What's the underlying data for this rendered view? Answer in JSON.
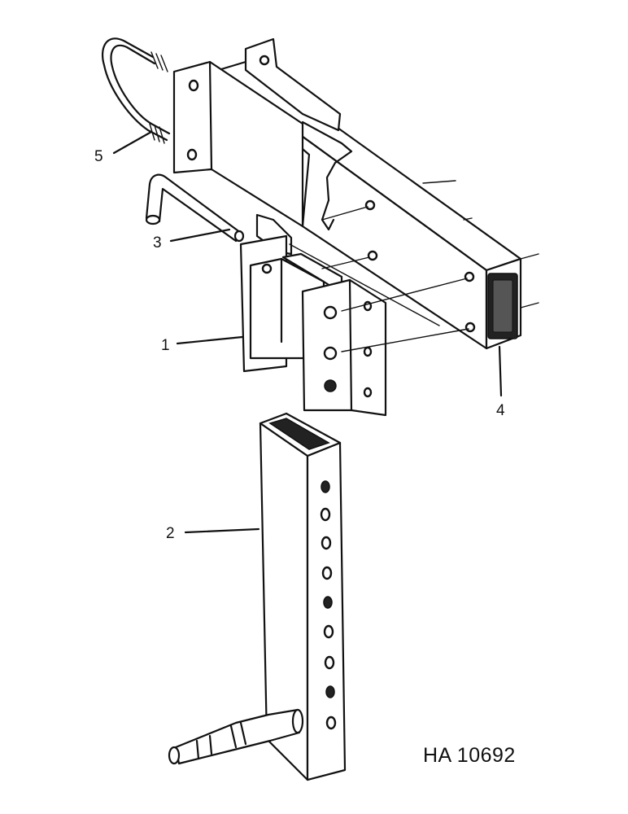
{
  "callouts": {
    "c1": "1",
    "c2": "2",
    "c3": "3",
    "c4": "4",
    "c5": "5"
  },
  "drawing_code": "HA 10692"
}
